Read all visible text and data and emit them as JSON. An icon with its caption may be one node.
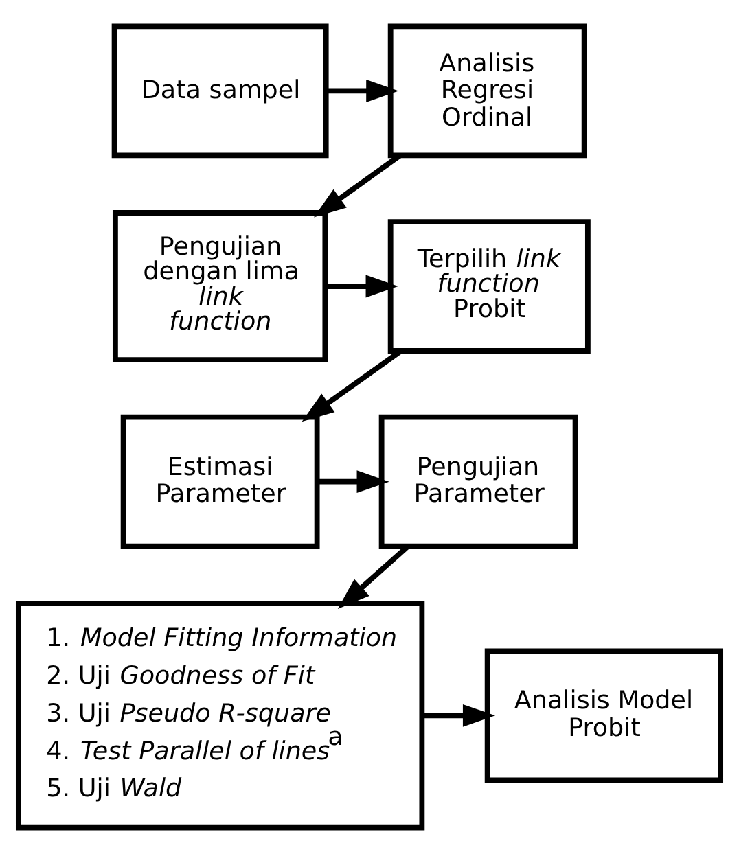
{
  "diagram": {
    "nodes": [
      {
        "text": [
          "Data sampel"
        ]
      },
      {
        "text": [
          "Analisis Regresi Ordinal"
        ]
      },
      {
        "text": [
          "Pengujian dengan lima *link function*"
        ]
      },
      {
        "text": [
          "Terpilih *link function* Probit"
        ]
      },
      {
        "text": [
          "Estimasi Parameter"
        ]
      },
      {
        "text": [
          "Pengujian Parameter"
        ]
      },
      {
        "text": [
          "1. *Model Fitting Information*",
          "2. Uji *Goodness of Fit*",
          "3. Uji *Pseudo R-square*",
          "4. *Test Parallel of lines*$^{a}$",
          "5. Uji *Wald*"
        ]
      },
      {
        "text": [
          "Analisis Model Probit"
        ]
      }
    ],
    "edges": [
      {
        "from": 0,
        "to": 1,
        "arrow": "to"
      },
      {
        "from": 1,
        "to": 2,
        "arrow": "to"
      },
      {
        "from": 2,
        "to": 3,
        "arrow": "to"
      },
      {
        "from": 3,
        "to": 4,
        "arrow": "to"
      },
      {
        "from": 4,
        "to": 5,
        "arrow": "to"
      },
      {
        "from": 5,
        "to": 6,
        "arrow": "to"
      },
      {
        "from": 6,
        "to": 7,
        "arrow": "to"
      }
    ]
  }
}
